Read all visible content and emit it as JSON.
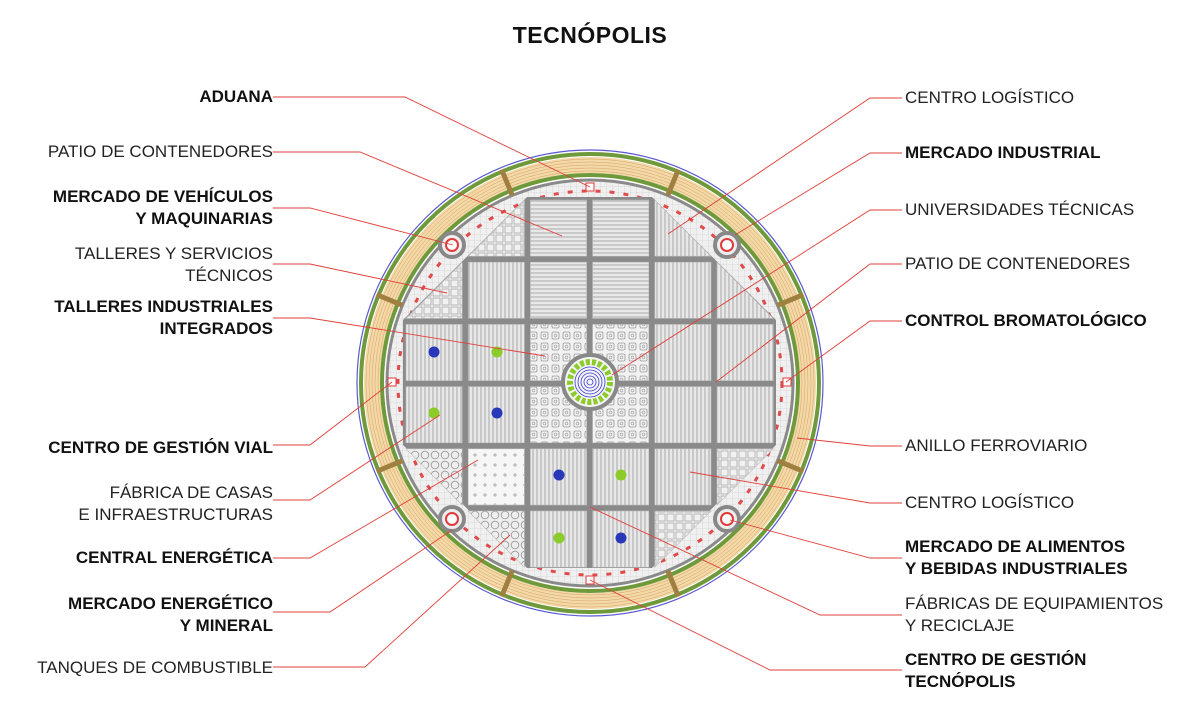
{
  "title": "TECNÓPOLIS",
  "colors": {
    "leader_line": "#e0403a",
    "ring_green": "#6f9a3c",
    "rail_tan": "#f3d9a8",
    "road_gray": "#8a8a8a",
    "dot_blue": "#2838b8",
    "dot_green": "#8ccc2a"
  },
  "labels_left": [
    {
      "lines": [
        "ADUANA"
      ],
      "bold": true
    },
    {
      "lines": [
        "PATIO DE CONTENEDORES"
      ],
      "bold": false
    },
    {
      "lines": [
        "MERCADO DE VEHÍCULOS",
        "Y MAQUINARIAS"
      ],
      "bold": true
    },
    {
      "lines": [
        "TALLERES Y SERVICIOS",
        "TÉCNICOS"
      ],
      "bold": false
    },
    {
      "lines": [
        "TALLERES INDUSTRIALES",
        "INTEGRADOS"
      ],
      "bold": true
    },
    {
      "lines": [
        "CENTRO DE GESTIÓN VIAL"
      ],
      "bold": true
    },
    {
      "lines": [
        "FÁBRICA DE CASAS",
        "E INFRAESTRUCTURAS"
      ],
      "bold": false
    },
    {
      "lines": [
        "CENTRAL ENERGÉTICA"
      ],
      "bold": true
    },
    {
      "lines": [
        "MERCADO ENERGÉTICO",
        "Y MINERAL"
      ],
      "bold": true
    },
    {
      "lines": [
        "TANQUES DE COMBUSTIBLE"
      ],
      "bold": false
    }
  ],
  "labels_right": [
    {
      "lines": [
        "CENTRO LOGÍSTICO"
      ],
      "bold": false
    },
    {
      "lines": [
        "MERCADO INDUSTRIAL"
      ],
      "bold": true
    },
    {
      "lines": [
        "UNIVERSIDADES TÉCNICAS"
      ],
      "bold": false
    },
    {
      "lines": [
        "PATIO DE CONTENEDORES"
      ],
      "bold": false
    },
    {
      "lines": [
        "CONTROL BROMATOLÓGICO"
      ],
      "bold": true
    },
    {
      "lines": [
        "ANILLO FERROVIARIO"
      ],
      "bold": false
    },
    {
      "lines": [
        "CENTRO LOGÍSTICO"
      ],
      "bold": false
    },
    {
      "lines": [
        "MERCADO DE ALIMENTOS",
        "Y BEBIDAS INDUSTRIALES"
      ],
      "bold": true
    },
    {
      "lines": [
        "FÁBRICAS DE EQUIPAMIENTOS",
        "Y RECICLAJE"
      ],
      "bold": false
    },
    {
      "lines": [
        "CENTRO DE GESTIÓN",
        "TECNÓPOLIS"
      ],
      "bold": true
    }
  ]
}
